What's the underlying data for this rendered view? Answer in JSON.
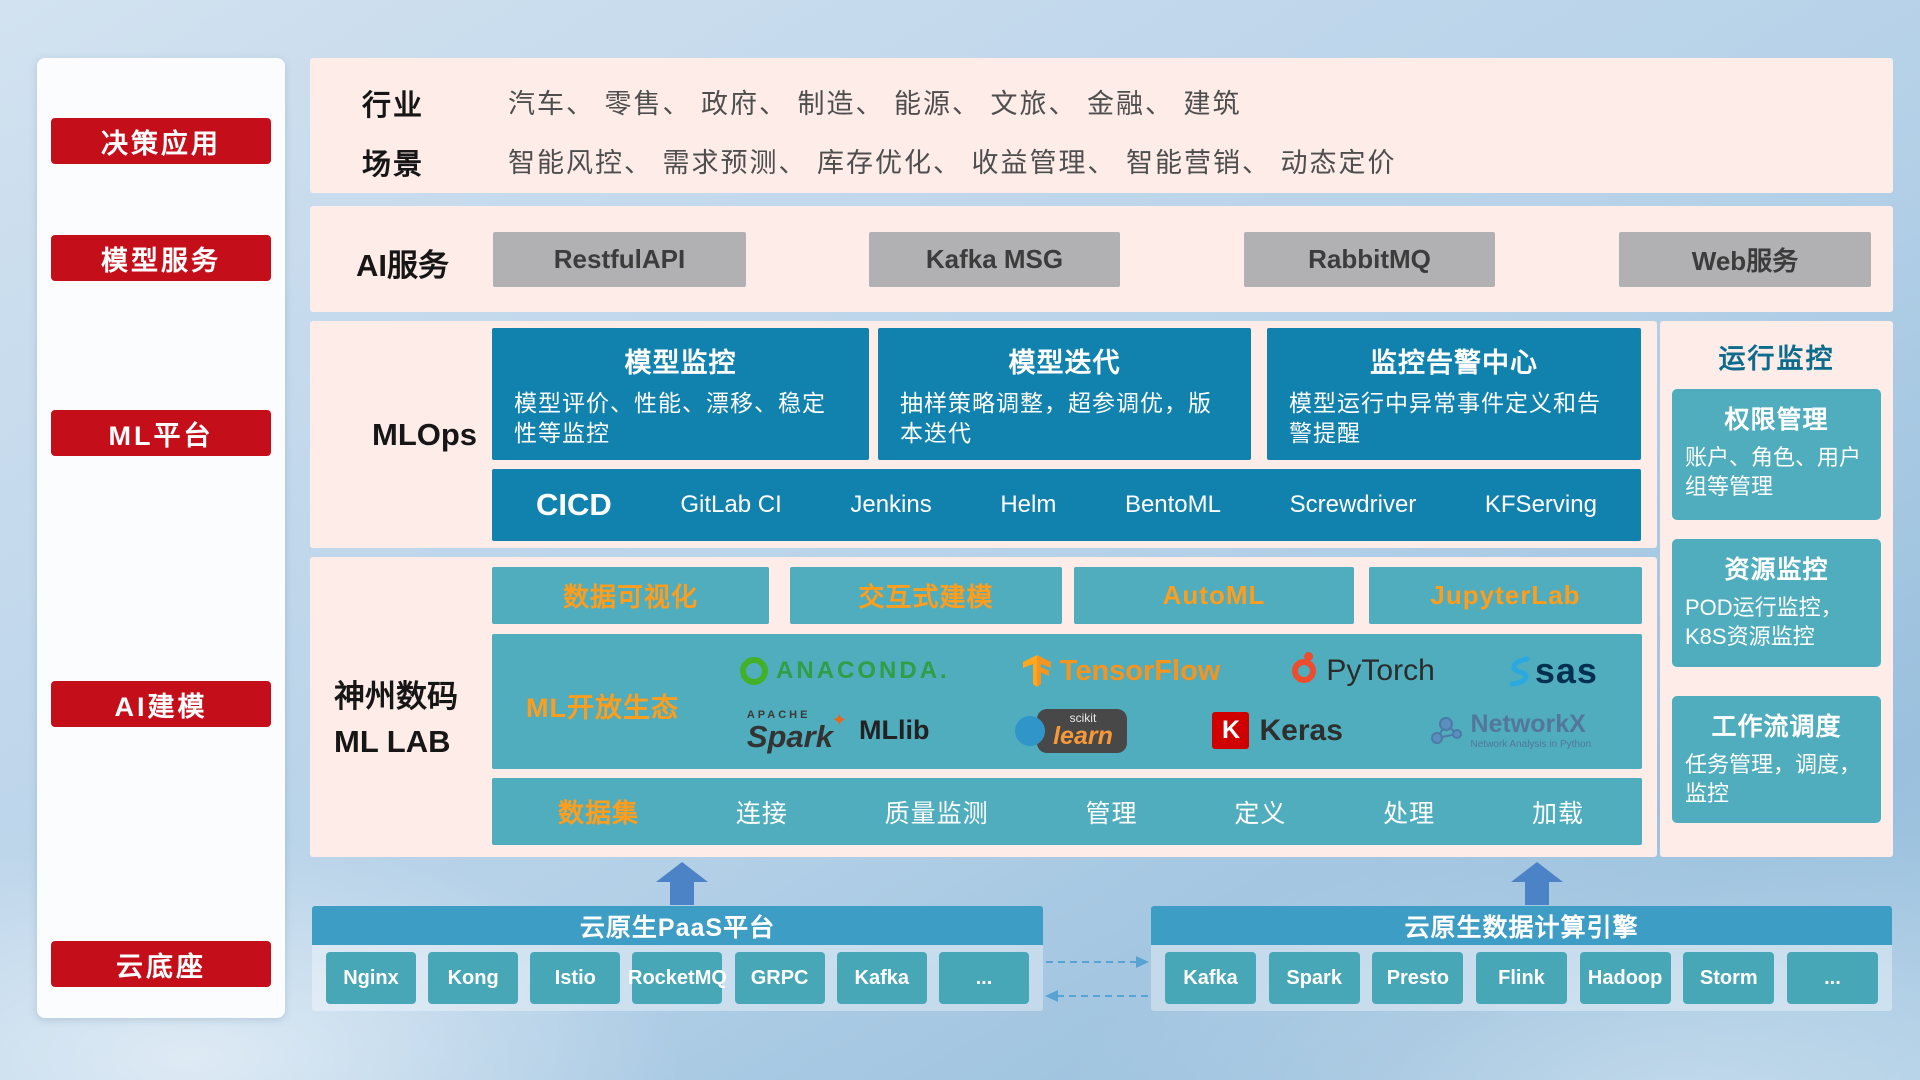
{
  "sidebar": {
    "items": [
      "决策应用",
      "模型服务",
      "ML平台",
      "AI建模",
      "云底座"
    ]
  },
  "apps": {
    "industry_label": "行业",
    "industry_text": "汽车、 零售、 政府、 制造、 能源、 文旅、 金融、 建筑",
    "scene_label": "场景",
    "scene_text": "智能风控、 需求预测、 库存优化、 收益管理、 智能营销、 动态定价"
  },
  "ai_service": {
    "label": "AI服务",
    "buttons": [
      "RestfulAPI",
      "Kafka MSG",
      "RabbitMQ",
      "Web服务"
    ]
  },
  "mlops": {
    "label": "MLOps",
    "cards": [
      {
        "title": "模型监控",
        "desc": "模型评价、性能、漂移、稳定性等监控"
      },
      {
        "title": "模型迭代",
        "desc": "抽样策略调整，超参调优，版本迭代"
      },
      {
        "title": "监控告警中心",
        "desc": "模型运行中异常事件定义和告警提醒"
      }
    ],
    "cicd_label": "CICD",
    "cicd_tools": [
      "GitLab CI",
      "Jenkins",
      "Helm",
      "BentoML",
      "Screwdriver",
      "KFServing"
    ]
  },
  "monitor": {
    "title": "运行监控",
    "cards": [
      {
        "title": "权限管理",
        "desc": "账户、角色、用户组等管理"
      },
      {
        "title": "资源监控",
        "desc": "POD运行监控，K8S资源监控"
      },
      {
        "title": "工作流调度",
        "desc": "任务管理，调度，监控"
      }
    ]
  },
  "mllab": {
    "label_line1": "神州数码",
    "label_line2": "ML LAB",
    "tools": [
      "数据可视化",
      "交互式建模",
      "AutoML",
      "JupyterLab"
    ],
    "eco_label": "ML开放生态",
    "logos": {
      "anaconda": "ANACONDA.",
      "tensorflow": "TensorFlow",
      "pytorch": "PyTorch",
      "sas": "sas",
      "spark_sup": "APACHE",
      "spark": "Spark",
      "mllib": "MLlib",
      "scikit_sup": "scikit",
      "scikit": "learn",
      "keras_k": "K",
      "keras": "Keras",
      "networkx": "NetworkX",
      "networkx_sub": "Network Analysis in Python"
    },
    "data_label": "数据集",
    "data_items": [
      "连接",
      "质量监测",
      "管理",
      "定义",
      "处理",
      "加载"
    ]
  },
  "cloud": {
    "paas_title": "云原生PaaS平台",
    "paas_items": [
      "Nginx",
      "Kong",
      "Istio",
      "RocketMQ",
      "GRPC",
      "Kafka",
      "..."
    ],
    "engine_title": "云原生数据计算引擎",
    "engine_items": [
      "Kafka",
      "Spark",
      "Presto",
      "Flink",
      "Hadoop",
      "Storm",
      "..."
    ]
  },
  "colors": {
    "red": "#c40f1b",
    "pink": "#fdece8",
    "dark_teal": "#1181ae",
    "teal": "#4fadbd",
    "cloud_blue": "#3d9dc5",
    "orange": "#ff9d1c",
    "gray_button": "#b1b1b3",
    "arrow_blue": "#4c82c6"
  }
}
